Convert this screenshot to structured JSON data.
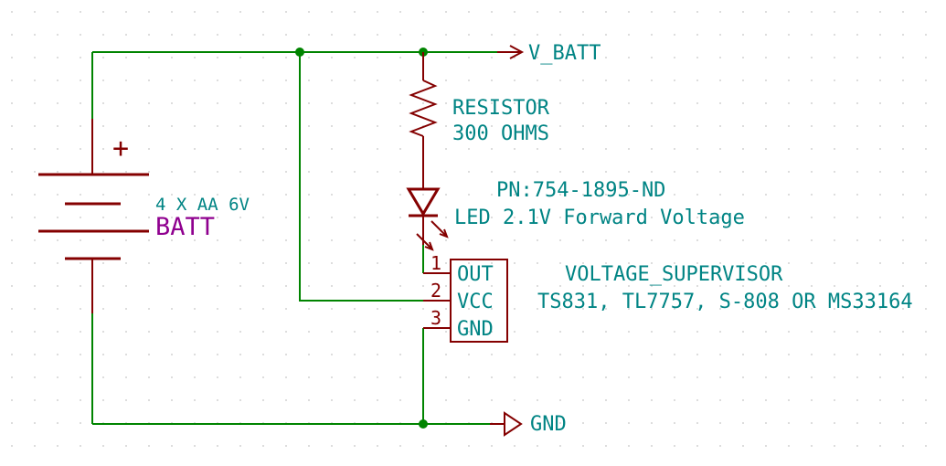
{
  "schematic": {
    "net_labels": {
      "power": "V_BATT",
      "ground": "GND"
    },
    "battery": {
      "plus_sign": "+",
      "description": "4 X AA 6V",
      "reference": "BATT"
    },
    "resistor": {
      "label": "RESISTOR",
      "value": "300 OHMS"
    },
    "led": {
      "part_number": "PN:754-1895-ND",
      "description": "LED 2.1V Forward Voltage"
    },
    "supervisor": {
      "name": "VOLTAGE_SUPERVISOR",
      "alternatives": "TS831, TL7757, S-808 OR MS33164",
      "pins": [
        {
          "number": "1",
          "label": "OUT"
        },
        {
          "number": "2",
          "label": "VCC"
        },
        {
          "number": "3",
          "label": "GND"
        }
      ]
    },
    "colors": {
      "wire": "#008400",
      "symbol_outline": "#840000",
      "annotation_text": "#008484",
      "value_text": "#8F008F",
      "grid_dot": "#d2d2d2"
    }
  }
}
